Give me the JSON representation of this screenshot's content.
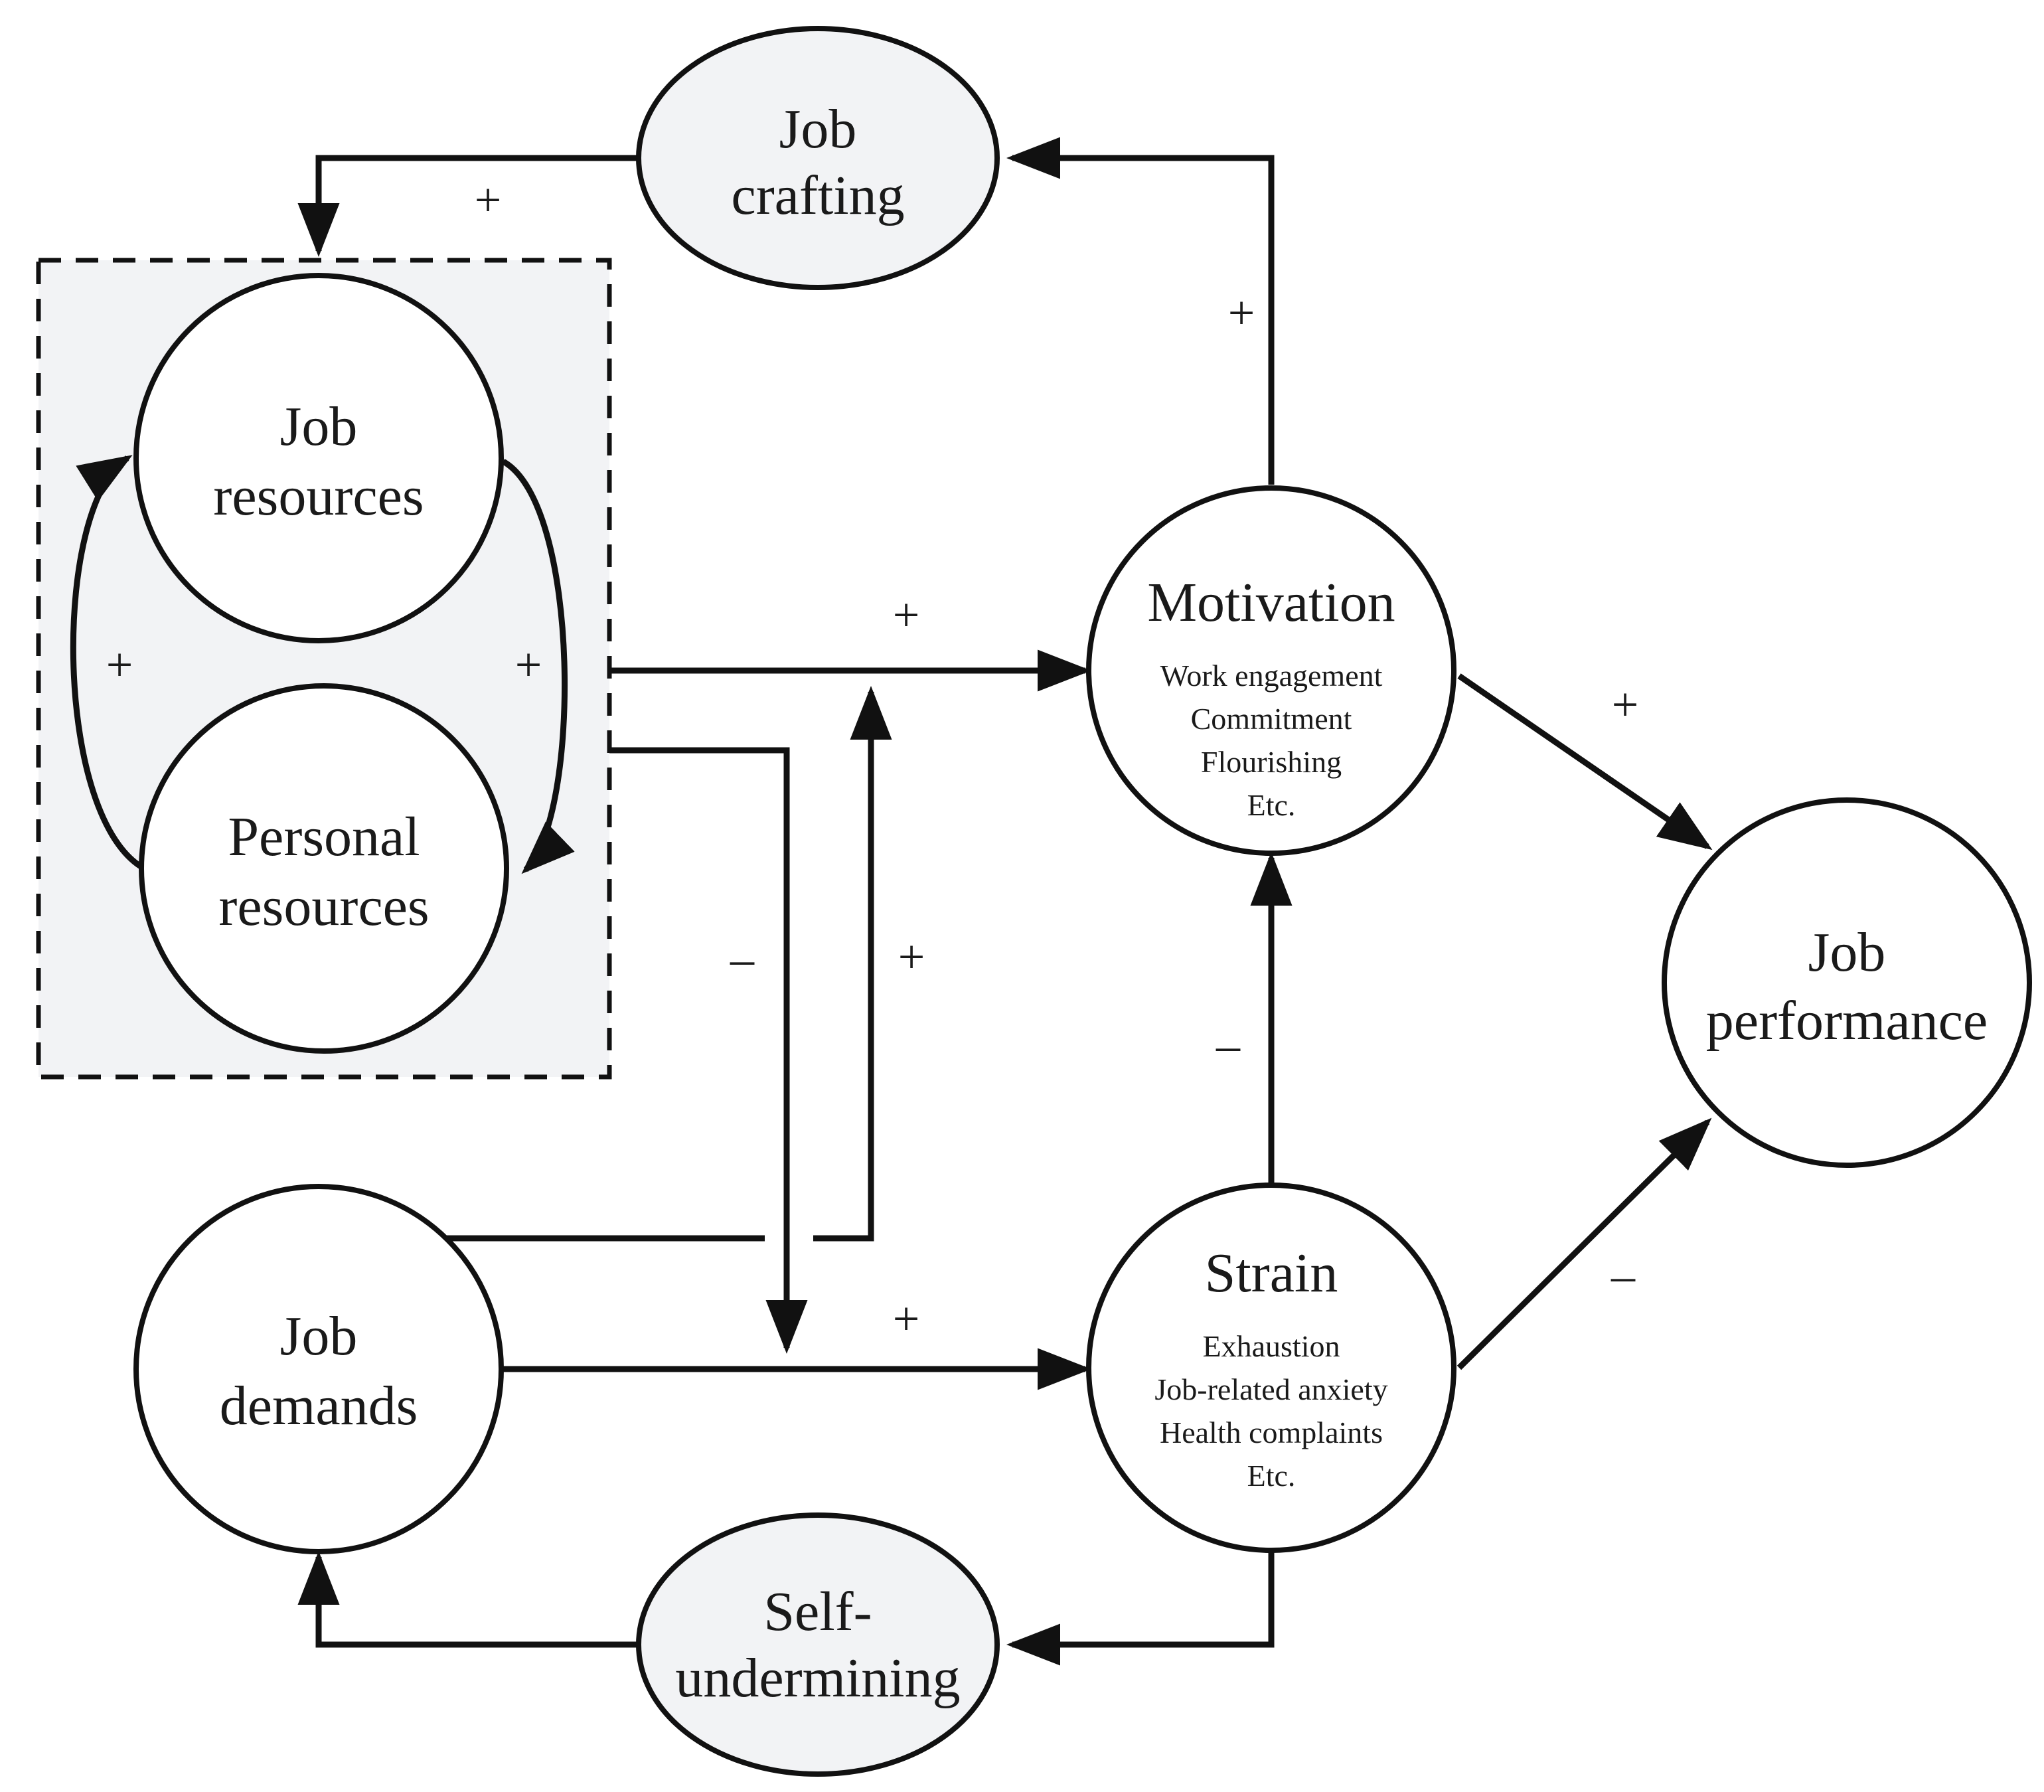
{
  "colors": {
    "stroke": "#111111",
    "white_fill": "#ffffff",
    "gray_fill": "#f2f3f5",
    "box_fill": "#f2f3f5"
  },
  "nodes": {
    "job_crafting": {
      "lines": [
        "Job",
        "crafting"
      ]
    },
    "job_resources": {
      "lines": [
        "Job",
        "resources"
      ]
    },
    "personal_resources": {
      "lines": [
        "Personal",
        "resources"
      ]
    },
    "motivation": {
      "title": "Motivation",
      "items": [
        "Work engagement",
        "Commitment",
        "Flourishing",
        "Etc."
      ]
    },
    "job_performance": {
      "lines": [
        "Job",
        "performance"
      ]
    },
    "strain": {
      "title": "Strain",
      "items": [
        "Exhaustion",
        "Job-related anxiety",
        "Health complaints",
        "Etc."
      ]
    },
    "job_demands": {
      "lines": [
        "Job",
        "demands"
      ]
    },
    "self_undermining": {
      "lines": [
        "Self-",
        "undermining"
      ]
    }
  },
  "signs": {
    "crafting_to_resources": "+",
    "motivation_to_crafting": "+",
    "resources_loop_left": "+",
    "resources_loop_right": "+",
    "resources_to_motivation": "+",
    "resources_to_strain": "–",
    "demands_to_motivation": "+",
    "strain_to_motivation": "–",
    "motivation_to_performance": "+",
    "strain_to_performance": "–",
    "demands_to_strain": "+"
  }
}
